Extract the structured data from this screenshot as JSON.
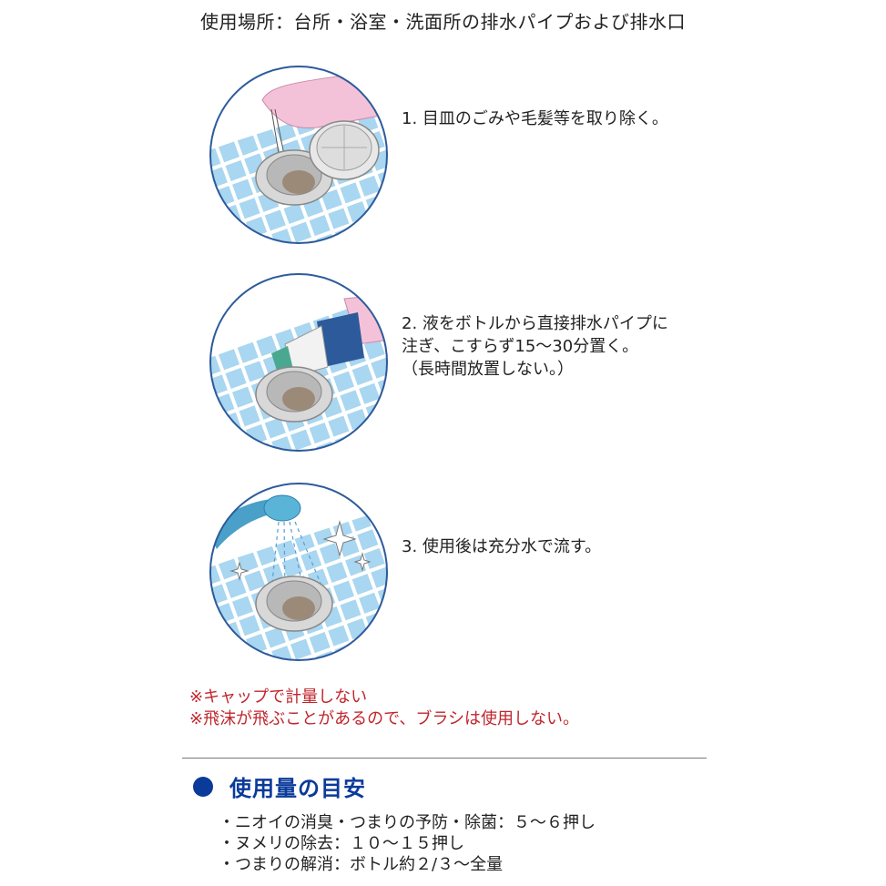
{
  "title": "使用場所：台所・浴室・洗面所の排水パイプおよび排水口",
  "steps": [
    {
      "number": "1",
      "text": "1. 目皿のごみや毛髪等を取り除く。",
      "illustration": "hand-removing-hair-from-drain"
    },
    {
      "number": "2",
      "text": "2. 液をボトルから直接排水パイプに\n注ぎ、こすらず15〜30分置く。\n（長時間放置しない。）",
      "illustration": "pouring-bottle-into-drain"
    },
    {
      "number": "3",
      "text": "3. 使用後は充分水で流す。",
      "illustration": "shower-rinsing-drain"
    }
  ],
  "warnings": [
    "※キャップで計量しない",
    "※飛沫が飛ぶことがあるので、ブラシは使用しない。"
  ],
  "usage_section": {
    "heading": "使用量の目安",
    "items": [
      "・ニオイの消臭・つまりの予防・除菌：５〜６押し",
      "・ヌメリの除去：１０〜１５押し",
      "・つまりの解消：ボトル約２/３〜全量"
    ]
  },
  "colors": {
    "accent_blue": "#0a3a9a",
    "warning_red": "#c0262d",
    "tile_blue": "#a9d6f0",
    "circle_border": "#2d5a9a",
    "glove_pink": "#f4c2d8"
  }
}
